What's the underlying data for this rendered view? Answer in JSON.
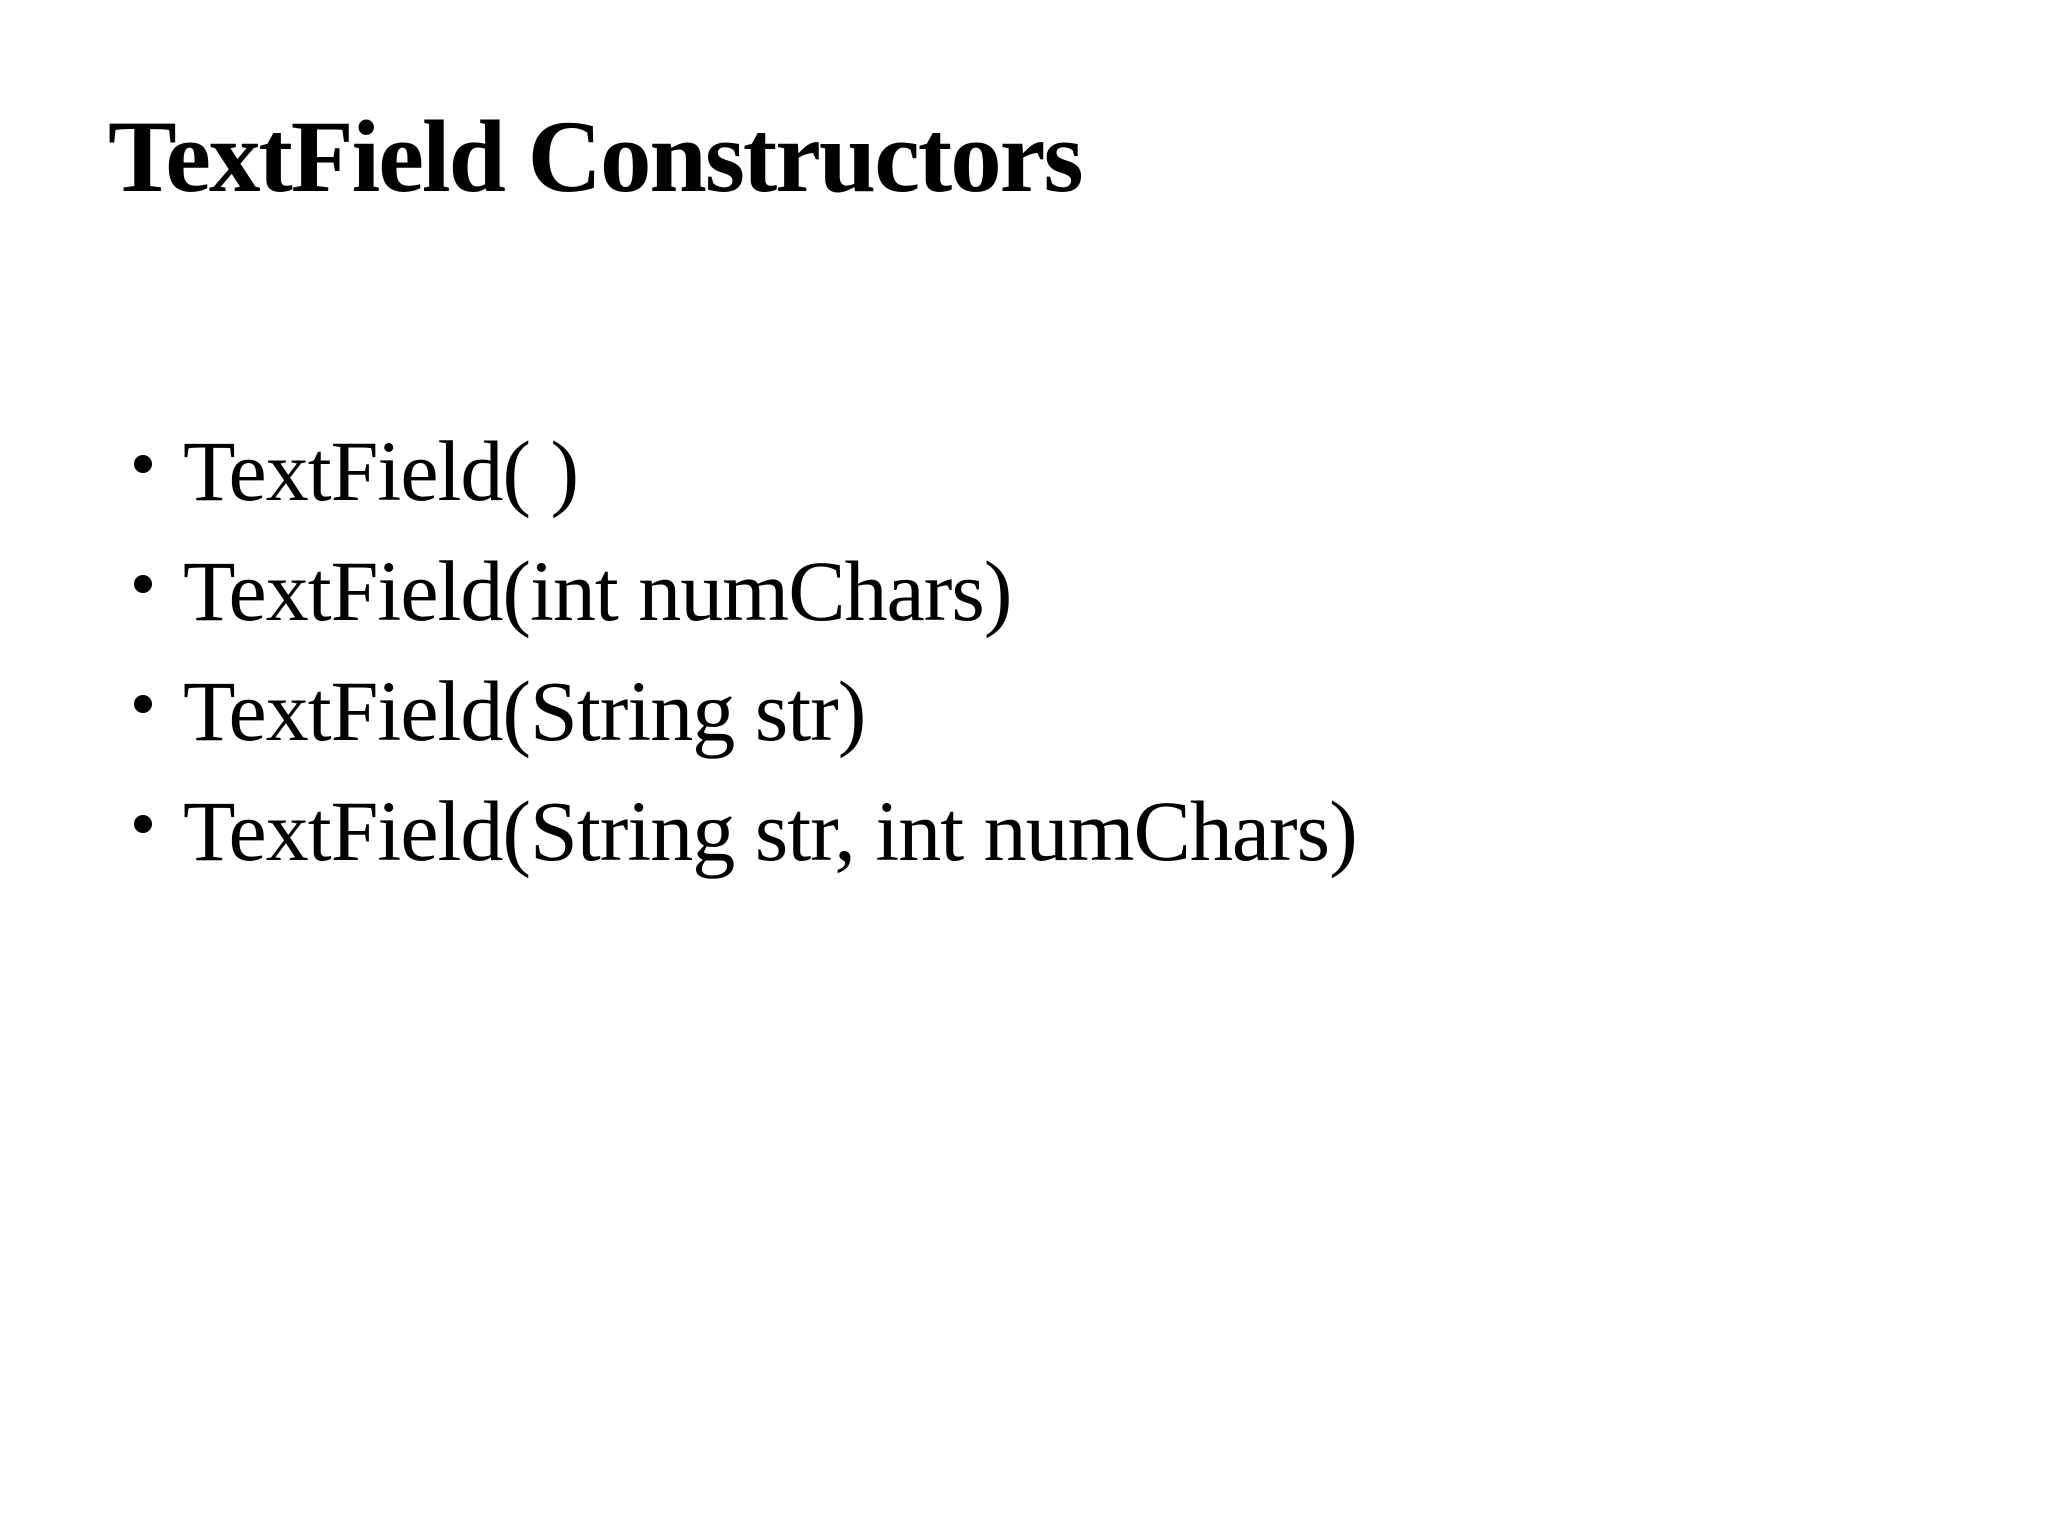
{
  "slide": {
    "title": "TextField Constructors",
    "bullets": [
      {
        "label": "TextField( )"
      },
      {
        "label": "TextField(int numChars)"
      },
      {
        "label": "TextField(String str)"
      },
      {
        "label": "TextField(String str, int numChars)"
      }
    ],
    "colors": {
      "background": "#ffffff",
      "text": "#000000"
    }
  }
}
